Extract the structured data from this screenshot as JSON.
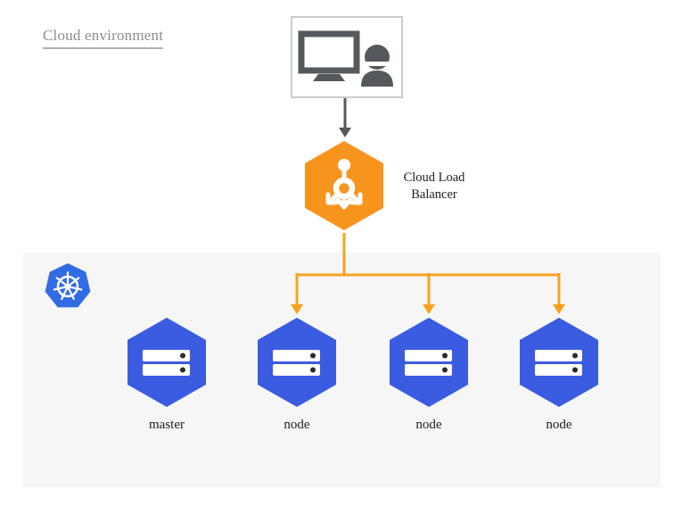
{
  "title": {
    "label": "Cloud environment"
  },
  "user_box": {
    "icon": "monitor-user-icon"
  },
  "load_balancer": {
    "label": "Cloud Load Balancer",
    "icon": "load-balancer-icon",
    "shape": "orange-hexagon"
  },
  "cluster": {
    "logo_icon": "kubernetes-logo",
    "nodes": [
      {
        "label": "master",
        "icon": "server-icon"
      },
      {
        "label": "node",
        "icon": "server-icon"
      },
      {
        "label": "node",
        "icon": "server-icon"
      },
      {
        "label": "node",
        "icon": "server-icon"
      }
    ]
  },
  "colors": {
    "accent_orange": "#F7941E",
    "connector_orange": "#F9A11D",
    "node_blue": "#3B5BE1",
    "kubernetes_blue": "#326CE5",
    "icon_gray": "#55585C",
    "panel_gray": "#F6F6F6",
    "title_gray": "#8D8D8D"
  }
}
